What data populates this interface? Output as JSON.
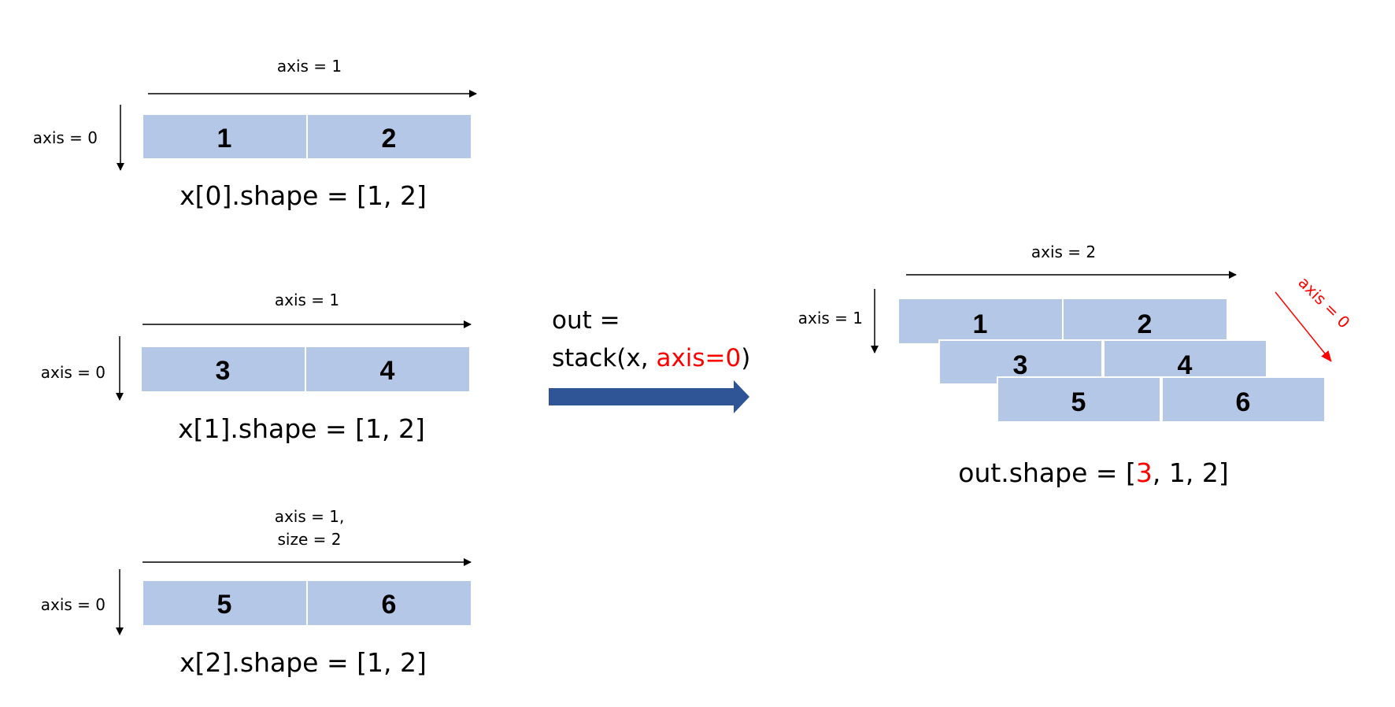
{
  "inputs": [
    {
      "axis_top": "axis = 1",
      "axis_top_line2": "",
      "axis_left": "axis = 0",
      "values": [
        "1",
        "2"
      ],
      "shape_label": "x[0].shape = [1, 2]"
    },
    {
      "axis_top": "axis = 1",
      "axis_top_line2": "",
      "axis_left": "axis = 0",
      "values": [
        "3",
        "4"
      ],
      "shape_label": "x[1].shape = [1, 2]"
    },
    {
      "axis_top": "axis = 1,",
      "axis_top_line2": "size = 2",
      "axis_left": "axis = 0",
      "values": [
        "5",
        "6"
      ],
      "shape_label": "x[2].shape = [1, 2]"
    }
  ],
  "operation": {
    "line1": "out =",
    "line2_prefix": "stack(x, ",
    "line2_highlight": "axis=0",
    "line2_suffix": ")"
  },
  "output": {
    "axis_top": "axis = 2",
    "axis_left": "axis = 1",
    "axis_diag": "axis = 0",
    "layers": [
      [
        "1",
        "2"
      ],
      [
        "3",
        "4"
      ],
      [
        "5",
        "6"
      ]
    ],
    "shape_prefix": "out.shape = [",
    "shape_highlight": "3",
    "shape_suffix": ", 1, 2]"
  },
  "colors": {
    "cell": "#b4c7e7",
    "arrow": "#2f5597",
    "highlight": "#ff0000"
  }
}
